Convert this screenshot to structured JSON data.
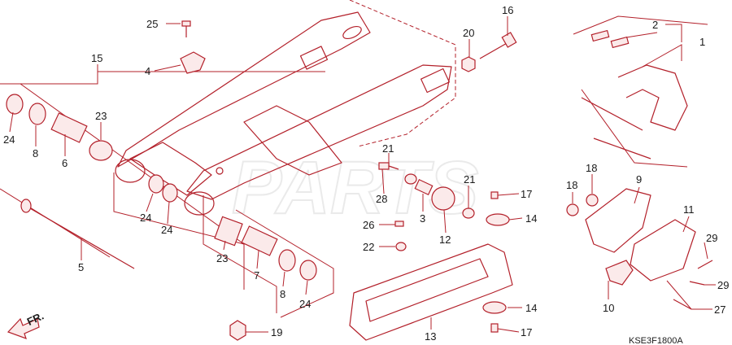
{
  "diagram_code": "KSE3F1800A",
  "watermark": "PARTS",
  "direction_label": "FR.",
  "colors": {
    "line": "#b3202a",
    "text": "#1a1a1a",
    "watermark": "#d9d9d9"
  },
  "callouts": {
    "c25": "25",
    "c4": "4",
    "c15": "15",
    "c16": "16",
    "c20": "20",
    "c2": "2",
    "c1": "1",
    "c24a": "24",
    "c8a": "8",
    "c6": "6",
    "c23a": "23",
    "c24b": "24",
    "c24c": "24",
    "c21a": "21",
    "c28": "28",
    "c3": "3",
    "c21b": "21",
    "c17a": "17",
    "c12": "12",
    "c26": "26",
    "c22": "22",
    "c14a": "14",
    "c18a": "18",
    "c18b": "18",
    "c9": "9",
    "c11": "11",
    "c29a": "29",
    "c29b": "29",
    "c5": "5",
    "c23b": "23",
    "c7": "7",
    "c8b": "8",
    "c24d": "24",
    "c10": "10",
    "c27": "27",
    "c14b": "14",
    "c13": "13",
    "c17b": "17",
    "c19": "19"
  }
}
